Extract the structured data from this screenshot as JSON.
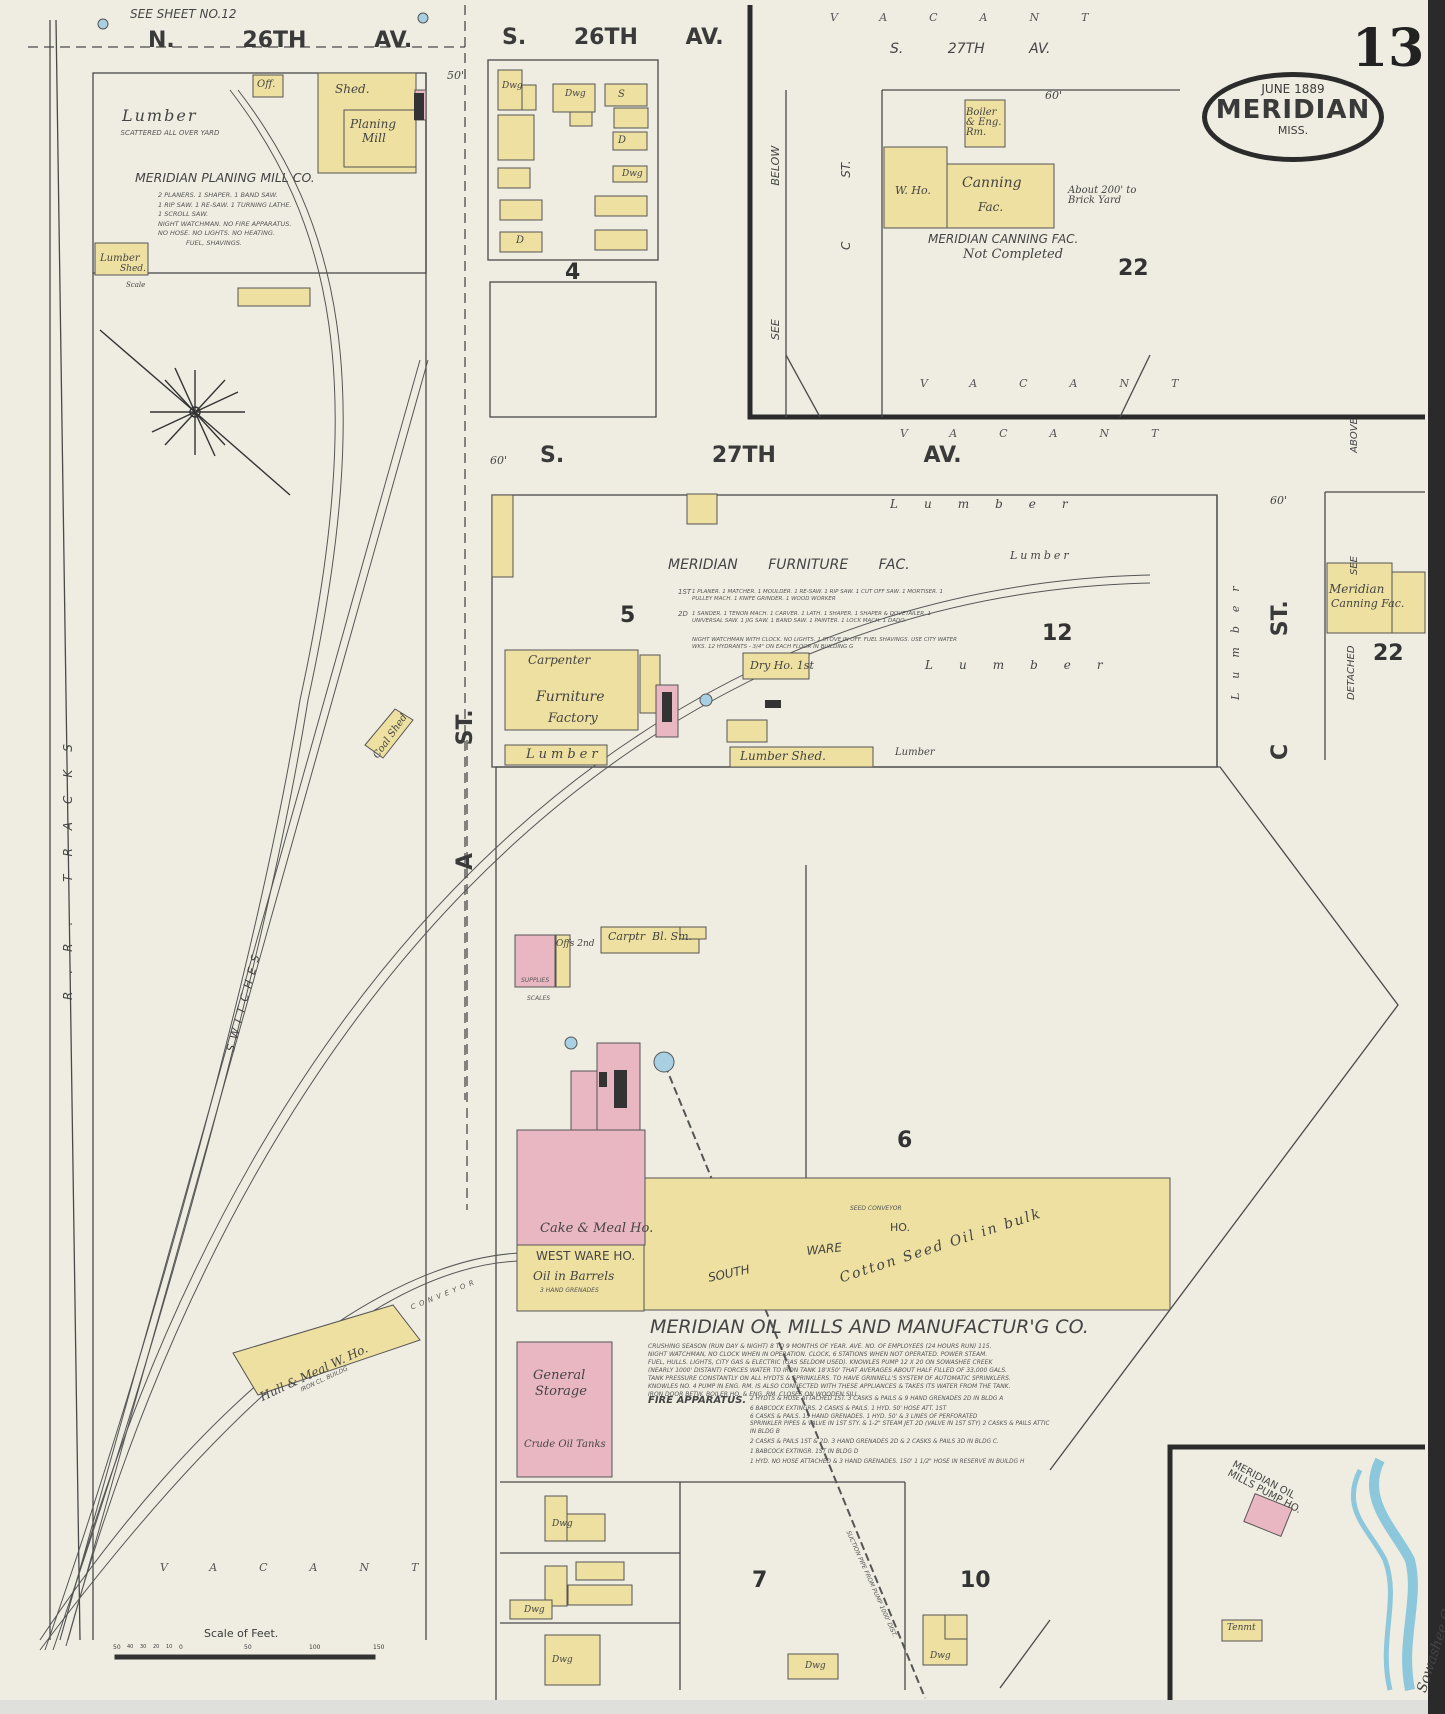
{
  "header": {
    "sheet_number": "13",
    "date": "JUNE 1889",
    "city": "MERIDIAN",
    "state": "MISS.",
    "see_sheet": "SEE SHEET No.12"
  },
  "streets": {
    "n26": "N. 26TH AV.",
    "s26": "S. 26TH AV.",
    "s27_top": "S. 27TH AV.",
    "s27_mid": "S. 27TH AV.",
    "a_st": "A ST.",
    "c_st": "C ST.",
    "c_st_top": "C ST.",
    "rr_tracks": "R.R. TRACKS",
    "switches": "SWITCHES",
    "width_60a": "60'",
    "width_60b": "60'",
    "width_60c": "60'",
    "width_50": "50'"
  },
  "blocks": {
    "b4": "4",
    "b5": "5",
    "b6": "6",
    "b7": "7",
    "b10": "10",
    "b12": "12",
    "b22a": "22",
    "b22b": "22"
  },
  "vacant": "VACANT",
  "planing_mill": {
    "title": "MERIDIAN PLANING MILL CO.",
    "lumber": "Lumber",
    "scattered": "SCATTERED ALL OVER YARD",
    "notes": [
      "2 PLANERS. 1 SHAPER. 1 BAND SAW.",
      "1 RIP SAW. 1 RE-SAW. 1 TURNING LATHE.",
      "1 SCROLL SAW.",
      "NIGHT WATCHMAN. NO FIRE APPARATUS.",
      "NO HOSE. NO LIGHTS. NO HEATING.",
      "FUEL, SHAVINGS."
    ],
    "buildings": {
      "off": "Off.",
      "shed": "Shed.",
      "planing": "Planing",
      "mill": "Mill",
      "lumber_shed_1": "Lumber",
      "lumber_shed_2": "Shed.",
      "scale": "Scale"
    }
  },
  "canning": {
    "title": "MERIDIAN CANNING FAC.",
    "status": "Not Completed",
    "boiler": "Boiler & Eng. Rm.",
    "whouse": "W. Ho.",
    "canning": "Canning",
    "fac": "Fac.",
    "note": "About 200' to Brick Yard",
    "below": "SEE BELOW",
    "detached_1": "Meridian",
    "detached_2": "Canning Fac.",
    "above": "SEE ABOVE",
    "detached": "DETACHED"
  },
  "furniture": {
    "title": "MERIDIAN FURNITURE FAC.",
    "floor1_label": "1ST",
    "floor1": "1 PLANER. 1 MATCHER. 1 MOULDER. 1 RE-SAW. 1 RIP SAW. 1 CUT OFF SAW. 1 MORTISER. 1 PULLEY MACH. 1 KNIFE GRINDER. 1 WOOD WORKER",
    "floor2_label": "2D",
    "floor2": "1 SANDER. 1 TENON MACH. 1 CARVER. 1 LATH. 1 SHAPER. 1 SHAPER & DOVETAILER. 1 UNIVERSAL SAW. 1 JIG SAW. 1 BAND SAW. 1 PAINTER. 1 LOCK MACH. 1 DADO.",
    "watch": "NIGHT WATCHMAN WITH CLOCK. NO LIGHTS. 1 STOVE IN OFF. FUEL SHAVINGS. USE CITY WATER WKS. 12 HYDRANTS - 3/4\" ON EACH FLOOR IN BUILDING G",
    "carpenter": "Carpenter",
    "furniture": "Furniture",
    "factory": "Factory",
    "dry_ho": "Dry Ho. 1st",
    "lumber_d": "Lumber",
    "lumber_shed": "Lumber Shed.",
    "lumber_a": "Lumber",
    "lumber_b": "Lumber",
    "lumber_c": "Lumber",
    "lumber_v": "Lumber",
    "lumber_top": "Lumber",
    "coal_shed": "Coal Shed"
  },
  "oil_mill": {
    "title": "MERIDIAN OIL MILLS AND MANUFACTUR'G CO.",
    "notes": [
      "CRUSHING SEASON (RUN DAY & NIGHT) 8 TO 9 MONTHS OF YEAR. AVE. NO. OF EMPLOYEES (24 HOURS RUN) 115.",
      "NIGHT WATCHMAN, NO CLOCK WHEN IN OPERATION. CLOCK, 6 STATIONS WHEN NOT OPERATED. POWER STEAM.",
      "FUEL, HULLS. LIGHTS, CITY GAS & ELECTRIC (GAS SELDOM USED). KNOWLES PUMP 12 X 20 ON SOWASHEE CREEK",
      "(NEARLY 1000' DISTANT) FORCES WATER TO IRON TANK 18'X50' THAT AVERAGES ABOUT HALF FILLED OF 33,000 GALS.",
      "TANK PRESSURE CONSTANTLY ON ALL HYDTS & SPRINKLERS. TO HAVE GRINNELL'S SYSTEM OF AUTOMATIC SPRINKLERS.",
      "KNOWLES NO. 4 PUMP IN ENG. RM. IS ALSO CONNECTED WITH THESE APPLIANCES & TAKES ITS WATER FROM THE TANK.",
      "IRON DOOR BETW. BOILER HO. & ENG. RM. CLOSES ON WOODEN SILL."
    ],
    "fire_label": "FIRE APPARATUS.",
    "fire": [
      "2 HYDTS & HOSE ATTACHED 1ST. 3 CASKS & PAILS & 9 HAND GRENADES 2D IN BLDG A",
      "6 BABCOCK EXTINGRS. 2 CASKS & PAILS. 1 HYD. 50' HOSE ATT. 1ST",
      "6 CASKS & PAILS. 15 HAND GRENADES. 1 HYD. 50' & 3 LINES OF PERFORATED",
      "SPRINKLER PIPES & VALVE IN 1ST STY. & 1-2\" STEAM JET 2D (VALVE IN 1ST STY) 2 CASKS & PAILS ATTIC",
      "IN BLDG B",
      "2 CASKS & PAILS 1ST & 2D. 3 HAND GRENADES 2D & 2 CASKS & PAILS 3D IN BLDG C.",
      "1 BABCOCK EXTINGR. 1ST IN BLDG D",
      "1 HYD. NO HOSE ATTACHED & 3 HAND GRENADES. 150' 1 1/2\" HOSE IN RESERVE IN BUILDG H"
    ],
    "cake_meal": "Cake & Meal Ho.",
    "west_ware": "WEST WARE HO.",
    "oil_barrels": "Oil in Barrels",
    "grenades": "3 HAND GRENADES",
    "south": "SOUTH",
    "ware": "WARE",
    "ho": "Ho.",
    "cotton": "Cotton Seed Oil in bulk",
    "seed_conveyor": "SEED CONVEYOR",
    "general": "General",
    "storage": "Storage",
    "crude": "Crude Oil Tanks",
    "hull_meal": "Hull & Meal W. Ho.",
    "hull_note": "IRON CL. BUILDG",
    "conveyor": "CONVEYOR",
    "carptr": "Carptr",
    "blsm": "Bl. Sm.",
    "offs": "Offs 2nd",
    "supplies": "SUPPLIES",
    "scales": "SCALES",
    "pipe_note": "SUCTION PIPE FROM PUMP 1000' DIST."
  },
  "inset": {
    "pump_ho": "MERIDIAN OIL MILLS PUMP HO.",
    "creek": "Sowashee Creek",
    "tenant": "Tenmt"
  },
  "scale": {
    "title": "Scale of Feet.",
    "ticks": [
      "50",
      "40",
      "30",
      "20",
      "10",
      "0",
      "50",
      "100",
      "150"
    ]
  },
  "dwellings": {
    "dwg": "Dwg",
    "d": "D",
    "s": "S"
  },
  "colors": {
    "paper": "#efede2",
    "frame": "#ede0a0",
    "brick": "#e8b7c2",
    "water": "#a9d0e2",
    "ink": "#3a3a3a"
  }
}
